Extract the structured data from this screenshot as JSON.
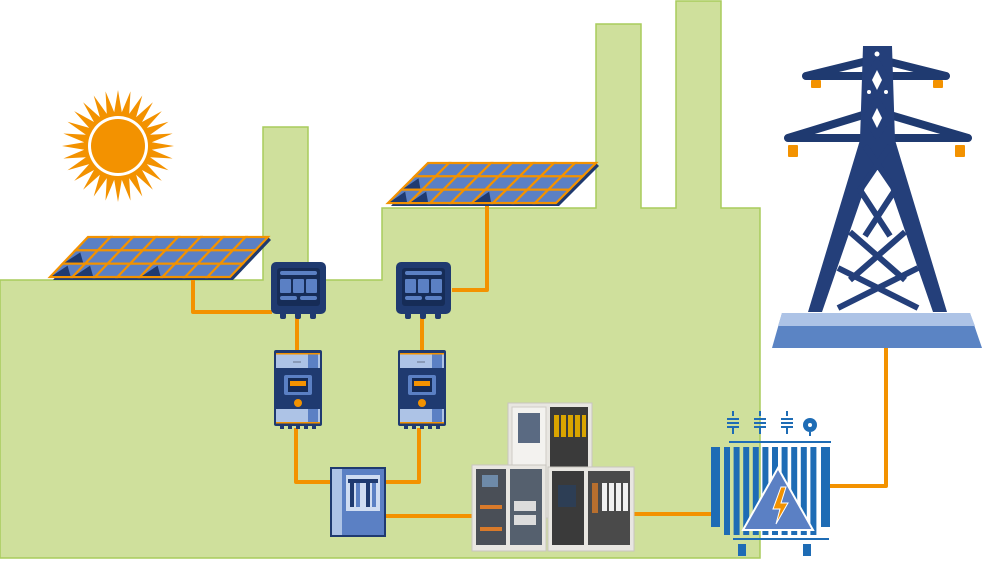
{
  "title": "",
  "diagram": {
    "type": "solar-grid-connection",
    "components": [
      {
        "id": "sun",
        "icon": "sun-icon"
      },
      {
        "id": "solar-array-1",
        "icon": "solar-panel-icon"
      },
      {
        "id": "solar-array-2",
        "icon": "solar-panel-icon"
      },
      {
        "id": "combiner-box-1",
        "icon": "combiner-box-icon"
      },
      {
        "id": "combiner-box-2",
        "icon": "combiner-box-icon"
      },
      {
        "id": "inverter-1",
        "icon": "inverter-icon"
      },
      {
        "id": "inverter-2",
        "icon": "inverter-icon"
      },
      {
        "id": "ac-distribution-box",
        "icon": "distribution-box-icon"
      },
      {
        "id": "switchgear-cabinets",
        "icon": "switchgear-cabinet-icon"
      },
      {
        "id": "transformer",
        "icon": "transformer-icon"
      },
      {
        "id": "transmission-tower",
        "icon": "transmission-tower-icon"
      },
      {
        "id": "factory-building",
        "icon": "factory-silhouette-icon"
      }
    ],
    "connections": [
      [
        "solar-array-1",
        "combiner-box-1"
      ],
      [
        "solar-array-2",
        "combiner-box-2"
      ],
      [
        "combiner-box-1",
        "inverter-1"
      ],
      [
        "combiner-box-2",
        "inverter-2"
      ],
      [
        "inverter-1",
        "ac-distribution-box"
      ],
      [
        "inverter-2",
        "ac-distribution-box"
      ],
      [
        "ac-distribution-box",
        "switchgear-cabinets"
      ],
      [
        "switchgear-cabinets",
        "transformer"
      ],
      [
        "transformer",
        "transmission-tower"
      ]
    ]
  },
  "colors": {
    "factory_fill": "#cfe09c",
    "factory_stroke": "#a9cc5c",
    "wire": "#f39200",
    "sun": "#f39200",
    "panel_cell": "#5b80c4",
    "panel_dark": "#1f3a70",
    "device_dark": "#1f3a70",
    "device_mid": "#5b80c4",
    "device_light": "#adc3e6",
    "transformer": "#1e6cb5",
    "tower": "#1f3a70",
    "tower_base_light": "#adc3e6",
    "tower_base": "#5b84c4",
    "cabinet": "#e6e4df"
  }
}
